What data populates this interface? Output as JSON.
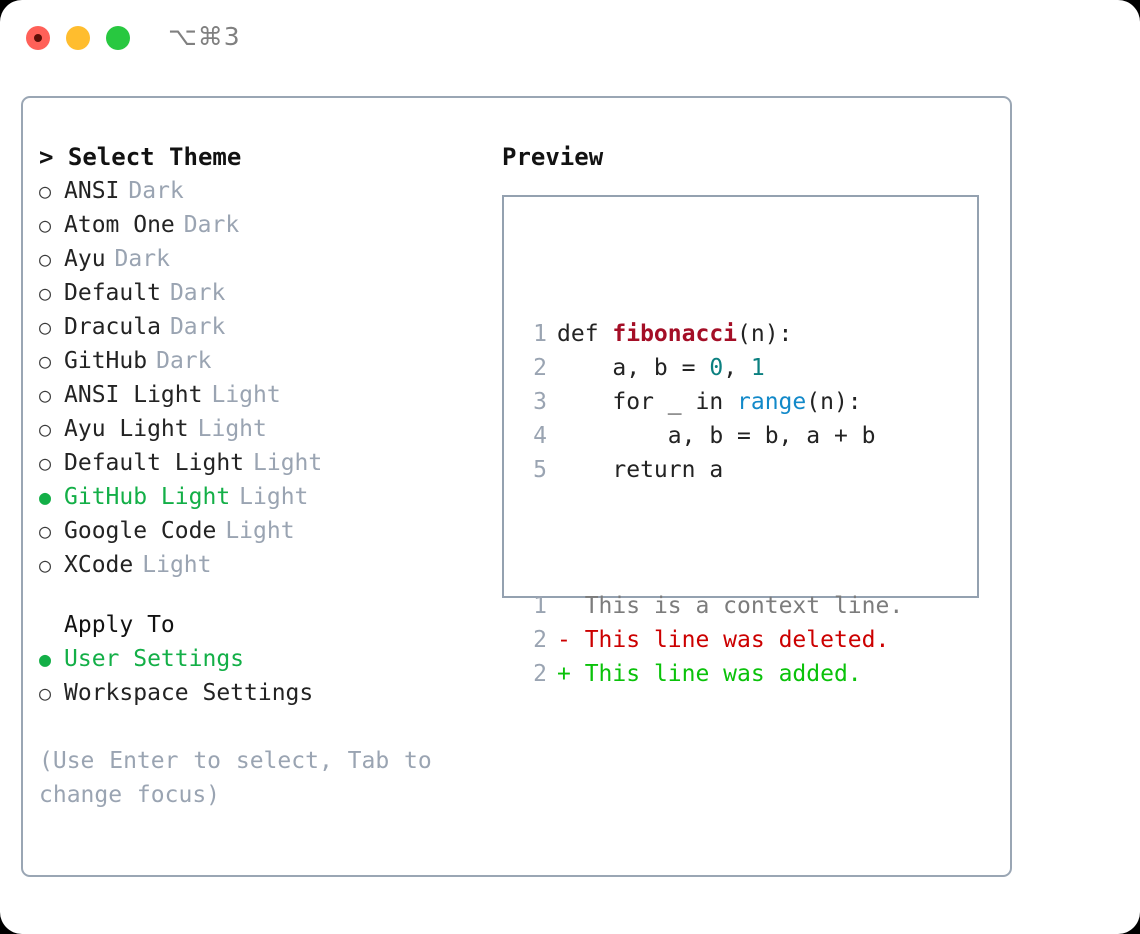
{
  "titlebar": {
    "shortcut": "⌥⌘3",
    "buttons": [
      {
        "name": "close",
        "color": "#ff6058"
      },
      {
        "name": "minimize",
        "color": "#ffbd2e"
      },
      {
        "name": "zoom",
        "color": "#28c840"
      }
    ]
  },
  "left": {
    "heading": "> Select Theme",
    "themes": [
      {
        "bullet": "○",
        "name": "ANSI",
        "variant": "Dark",
        "selected": false
      },
      {
        "bullet": "○",
        "name": "Atom One",
        "variant": "Dark",
        "selected": false
      },
      {
        "bullet": "○",
        "name": "Ayu",
        "variant": "Dark",
        "selected": false
      },
      {
        "bullet": "○",
        "name": "Default",
        "variant": "Dark",
        "selected": false
      },
      {
        "bullet": "○",
        "name": "Dracula",
        "variant": "Dark",
        "selected": false
      },
      {
        "bullet": "○",
        "name": "GitHub",
        "variant": "Dark",
        "selected": false
      },
      {
        "bullet": "○",
        "name": "ANSI Light",
        "variant": "Light",
        "selected": false
      },
      {
        "bullet": "○",
        "name": "Ayu Light",
        "variant": "Light",
        "selected": false
      },
      {
        "bullet": "○",
        "name": "Default Light",
        "variant": "Light",
        "selected": false
      },
      {
        "bullet": "●",
        "name": "GitHub Light",
        "variant": "Light",
        "selected": true
      },
      {
        "bullet": "○",
        "name": "Google Code",
        "variant": "Light",
        "selected": false
      },
      {
        "bullet": "○",
        "name": "XCode",
        "variant": "Light",
        "selected": false
      }
    ],
    "apply_to": {
      "title": "Apply To",
      "options": [
        {
          "bullet": "●",
          "name": "User Settings",
          "selected": true
        },
        {
          "bullet": "○",
          "name": "Workspace Settings",
          "selected": false
        }
      ]
    },
    "hint": "(Use Enter to select, Tab to change focus)"
  },
  "right": {
    "heading": "Preview",
    "code_lines": [
      {
        "n": "1",
        "tokens": [
          {
            "t": "def ",
            "c": "kw"
          },
          {
            "t": "fibonacci",
            "c": "fn"
          },
          {
            "t": "(n):",
            "c": "plain"
          }
        ]
      },
      {
        "n": "2",
        "tokens": [
          {
            "t": "    a, b = ",
            "c": "plain"
          },
          {
            "t": "0",
            "c": "num"
          },
          {
            "t": ", ",
            "c": "plain"
          },
          {
            "t": "1",
            "c": "num"
          }
        ]
      },
      {
        "n": "3",
        "tokens": [
          {
            "t": "    for _ in ",
            "c": "plain"
          },
          {
            "t": "range",
            "c": "bi"
          },
          {
            "t": "(n):",
            "c": "plain"
          }
        ]
      },
      {
        "n": "4",
        "tokens": [
          {
            "t": "        a, b = b, a + b",
            "c": "plain"
          }
        ]
      },
      {
        "n": "5",
        "tokens": [
          {
            "t": "    return a",
            "c": "plain"
          }
        ]
      }
    ],
    "diff_lines": [
      {
        "n": "1",
        "marker": "  ",
        "text": "This is a context line.",
        "kind": "ctx"
      },
      {
        "n": "2",
        "marker": "- ",
        "text": "This line was deleted.",
        "kind": "del"
      },
      {
        "n": "2",
        "marker": "+ ",
        "text": "This line was added.",
        "kind": "add"
      }
    ]
  },
  "colors": {
    "selected_green": "#13af47",
    "muted_gray": "#9aa4b2",
    "border": "#9aa6b4",
    "diff_add": "#0ac20a",
    "diff_del": "#cc0000",
    "fn_red": "#a40e26",
    "num_teal": "#0b8080",
    "builtin_blue": "#1289c9"
  }
}
